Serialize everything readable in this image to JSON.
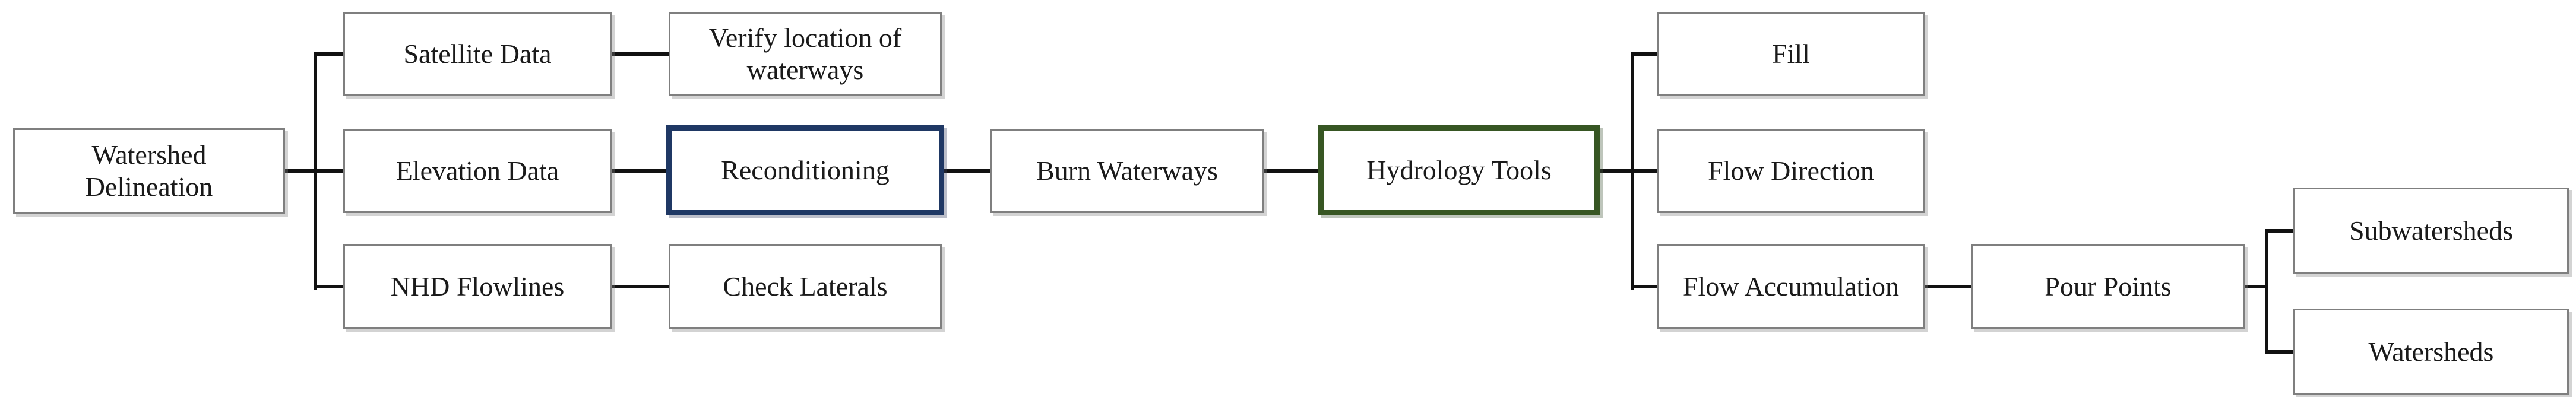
{
  "diagram": {
    "title": "Watershed Delineation flowchart",
    "type": "flowchart",
    "colors": {
      "background": "#ffffff",
      "box_fill": "#ffffff",
      "box_border": "#7f7f7f",
      "connector": "#111111",
      "text": "#1a1a1a",
      "highlight_blue_border": "#1f3864",
      "highlight_green_border": "#375623"
    },
    "nodes": {
      "watershed_delineation": {
        "label": "Watershed Delineation",
        "highlight": "none"
      },
      "satellite_data": {
        "label": "Satellite Data",
        "highlight": "none"
      },
      "verify_location": {
        "label": "Verify location of waterways",
        "highlight": "none"
      },
      "elevation_data": {
        "label": "Elevation Data",
        "highlight": "none"
      },
      "reconditioning": {
        "label": "Reconditioning",
        "highlight": "blue"
      },
      "burn_waterways": {
        "label": "Burn Waterways",
        "highlight": "none"
      },
      "nhd_flowlines": {
        "label": "NHD Flowlines",
        "highlight": "none"
      },
      "check_laterals": {
        "label": "Check Laterals",
        "highlight": "none"
      },
      "hydrology_tools": {
        "label": "Hydrology Tools",
        "highlight": "green"
      },
      "fill": {
        "label": "Fill",
        "highlight": "none"
      },
      "flow_direction": {
        "label": "Flow Direction",
        "highlight": "none"
      },
      "flow_accumulation": {
        "label": "Flow Accumulation",
        "highlight": "none"
      },
      "pour_points": {
        "label": "Pour Points",
        "highlight": "none"
      },
      "subwatersheds": {
        "label": "Subwatersheds",
        "highlight": "none"
      },
      "watersheds": {
        "label": "Watersheds",
        "highlight": "none"
      }
    },
    "edges": [
      {
        "from": "watershed_delineation",
        "to": "satellite_data"
      },
      {
        "from": "watershed_delineation",
        "to": "elevation_data"
      },
      {
        "from": "watershed_delineation",
        "to": "nhd_flowlines"
      },
      {
        "from": "satellite_data",
        "to": "verify_location"
      },
      {
        "from": "elevation_data",
        "to": "reconditioning"
      },
      {
        "from": "reconditioning",
        "to": "burn_waterways"
      },
      {
        "from": "burn_waterways",
        "to": "hydrology_tools"
      },
      {
        "from": "nhd_flowlines",
        "to": "check_laterals"
      },
      {
        "from": "hydrology_tools",
        "to": "fill"
      },
      {
        "from": "hydrology_tools",
        "to": "flow_direction"
      },
      {
        "from": "hydrology_tools",
        "to": "flow_accumulation"
      },
      {
        "from": "flow_accumulation",
        "to": "pour_points"
      },
      {
        "from": "pour_points",
        "to": "subwatersheds"
      },
      {
        "from": "pour_points",
        "to": "watersheds"
      }
    ]
  }
}
